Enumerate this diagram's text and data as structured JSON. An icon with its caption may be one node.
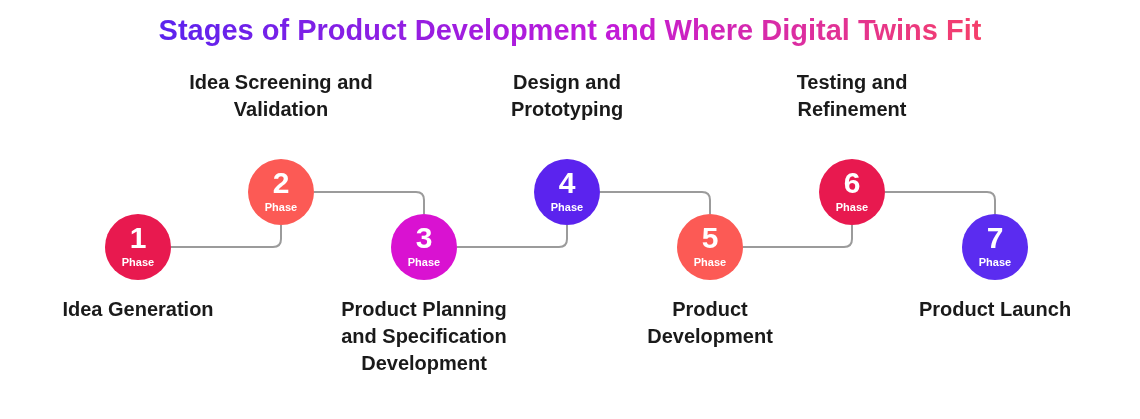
{
  "diagram": {
    "title": "Stages of Product Development and Where Digital Twins Fit",
    "nodes": [
      {
        "text": [
          "1",
          "Phase"
        ],
        "beside": [
          "Idea Generation"
        ]
      },
      {
        "text": [
          "2",
          "Phase"
        ],
        "beside": [
          "Idea Screening and Validation"
        ]
      },
      {
        "text": [
          "3",
          "Phase"
        ],
        "beside": [
          "Product Planning and Specification Development"
        ]
      },
      {
        "text": [
          "4",
          "Phase"
        ],
        "beside": [
          "Design and Prototyping"
        ]
      },
      {
        "text": [
          "5",
          "Phase"
        ],
        "beside": [
          "Product Development"
        ]
      },
      {
        "text": [
          "6",
          "Phase"
        ],
        "beside": [
          "Testing and Refinement"
        ]
      },
      {
        "text": [
          "7",
          "Phase"
        ],
        "beside": [
          "Product Launch"
        ]
      }
    ],
    "edges": [
      {
        "from": 0,
        "to": 1,
        "arrow": "none"
      },
      {
        "from": 1,
        "to": 2,
        "arrow": "none"
      },
      {
        "from": 2,
        "to": 3,
        "arrow": "none"
      },
      {
        "from": 3,
        "to": 4,
        "arrow": "none"
      },
      {
        "from": 4,
        "to": 5,
        "arrow": "none"
      },
      {
        "from": 5,
        "to": 6,
        "arrow": "none"
      }
    ]
  }
}
